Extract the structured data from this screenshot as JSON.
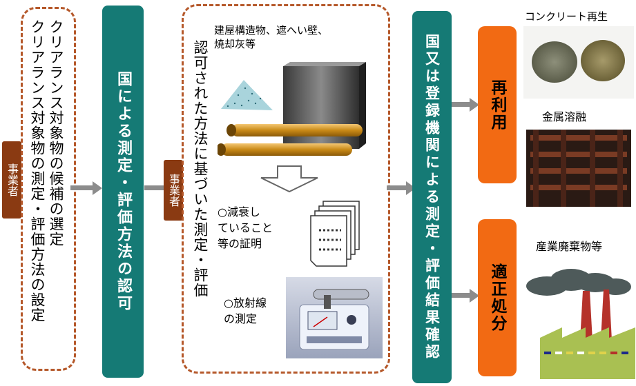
{
  "operator_tag_1": "事業者",
  "operator_tag_2": "事業者",
  "step1": {
    "line1": "クリアランス対象物の候補の選定",
    "line2": "クリアランス対象物の測定・評価方法の設定"
  },
  "step2": "国による測定・評価方法の認可",
  "step3": {
    "title": "認可された方法に基づいた測定・評価",
    "materials": "建屋構造物、遮へい壁、\n焼却灰等",
    "decay_proof": "○減衰し\nていること\n等の証明",
    "radiation_measure": "○放射線\nの測定"
  },
  "step4": "国又は登録機関による測定・評価結果確認",
  "outcomes": {
    "reuse": "再利用",
    "disposal": "適正処分"
  },
  "examples": {
    "concrete": "コンクリート再生",
    "metal": "金属溶融",
    "industrial_waste": "産業廃棄物等"
  },
  "colors": {
    "teal": "#157a75",
    "orange": "#f26a13",
    "dash_border": "#b5582a",
    "tag_brown": "#8a3a12",
    "arrow_gray": "#8c8c8c"
  }
}
